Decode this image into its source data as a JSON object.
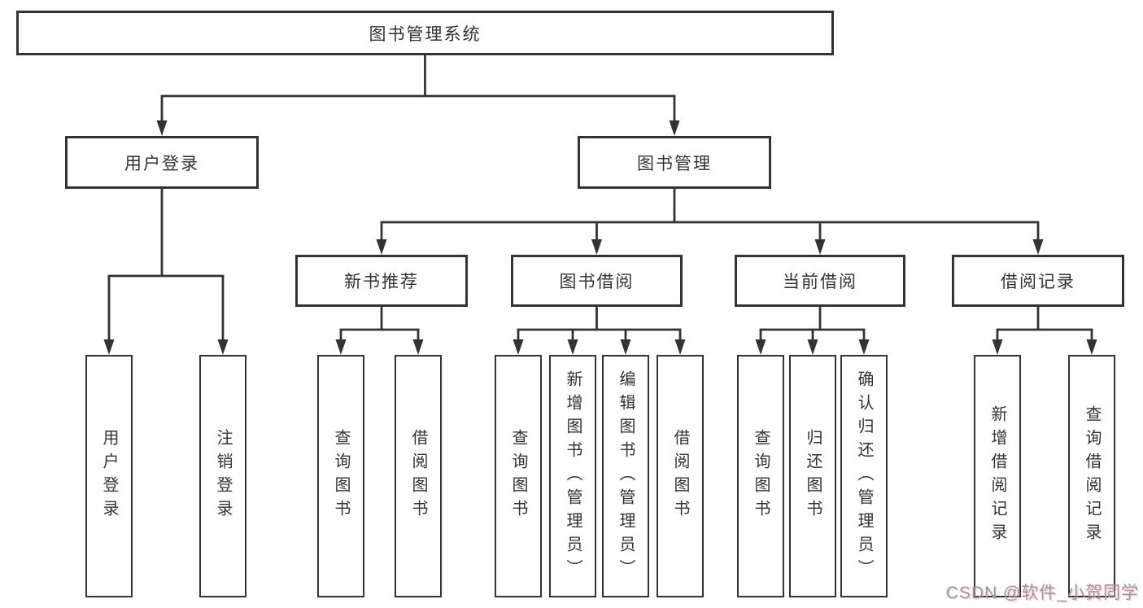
{
  "root": {
    "label": "图书管理系统"
  },
  "user_login": {
    "label": "用户登录",
    "children": [
      {
        "label": "用户登录"
      },
      {
        "label": "注销登录"
      }
    ]
  },
  "book_mgmt": {
    "label": "图书管理",
    "groups": [
      {
        "label": "新书推荐",
        "children": [
          {
            "label": "查询图书"
          },
          {
            "label": "借阅图书"
          }
        ]
      },
      {
        "label": "图书借阅",
        "children": [
          {
            "label": "查询图书"
          },
          {
            "label": "新增图书（管理员）"
          },
          {
            "label": "编辑图书（管理员）"
          },
          {
            "label": "借阅图书"
          }
        ]
      },
      {
        "label": "当前借阅",
        "children": [
          {
            "label": "查询图书"
          },
          {
            "label": "归还图书"
          },
          {
            "label": "确认归还（管理员）"
          }
        ]
      },
      {
        "label": "借阅记录",
        "children": [
          {
            "label": "新增借阅记录"
          },
          {
            "label": "查询借阅记录"
          }
        ]
      }
    ]
  },
  "watermark": "CSDN @软件_小贺同学",
  "colors": {
    "line": "#333333",
    "box_border": "#333333",
    "box_fill": "#ffffff",
    "text": "#333333",
    "watermark": "#9a9a9a"
  }
}
